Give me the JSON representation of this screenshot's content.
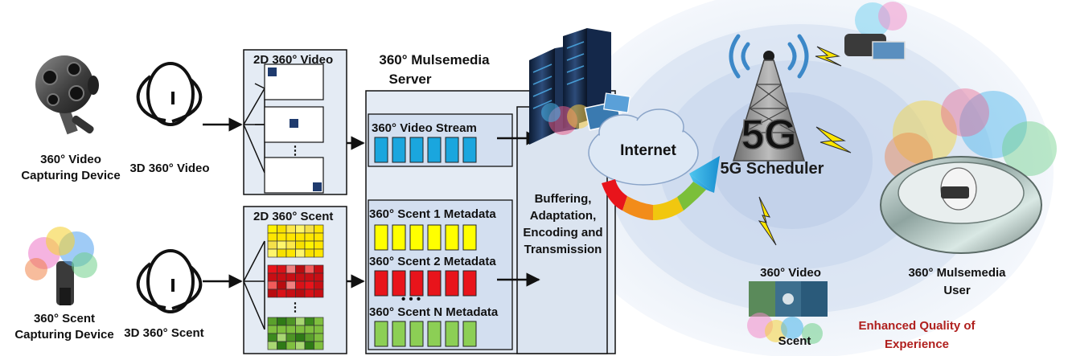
{
  "capture_video": {
    "device_label_line1": "360° Video",
    "device_label_line2": "Capturing Device",
    "format_label": "3D 360° Video"
  },
  "capture_scent": {
    "device_label_line1": "360° Scent",
    "device_label_line2": "Capturing Device",
    "format_label": "3D 360° Scent"
  },
  "video_panel": {
    "title": "2D 360° Video",
    "dots": "⋮"
  },
  "scent_panel": {
    "title": "2D 360° Scent",
    "dots": "⋮",
    "grid_colors": {
      "yellow": [
        "#fff200",
        "#ffe600",
        "#f4e04a",
        "#fff56b",
        "#fde84a",
        "#f7e000"
      ],
      "red": [
        "#e8141b",
        "#c80e14",
        "#f25a5a",
        "#b80c10",
        "#f08080",
        "#d91218"
      ],
      "green": [
        "#5aa02c",
        "#7fbf3f",
        "#3d8a1e",
        "#a8d672",
        "#4e9425",
        "#2f7a16"
      ]
    }
  },
  "server": {
    "title_line1": "360° Mulsemedia",
    "title_line2": "Server",
    "video_stream_label": "360° Video Stream",
    "scent1_label": "360° Scent 1 Metadata",
    "scent2_label": "360° Scent 2 Metadata",
    "ellipsis": "• • •",
    "scentN_label": "360° Scent N Metadata",
    "processing_line1": "Buffering,",
    "processing_line2": "Adaptation,",
    "processing_line3": "Encoding and",
    "processing_line4": "Transmission",
    "colors": {
      "video_packet": "#1aa6de",
      "scent1_packet": "#ffff00",
      "scent2_packet": "#e8141b",
      "scentN_packet": "#8ccf55"
    }
  },
  "network": {
    "internet_label": "Internet",
    "scheduler_label": "5G Scheduler",
    "tower_text": "5G"
  },
  "user": {
    "label_line1": "360° Mulsemedia",
    "label_line2": "User",
    "video_label": "360° Video",
    "scent_label": "Scent",
    "qoe_line1": "Enhanced Quality of",
    "qoe_line2": "Experience"
  }
}
